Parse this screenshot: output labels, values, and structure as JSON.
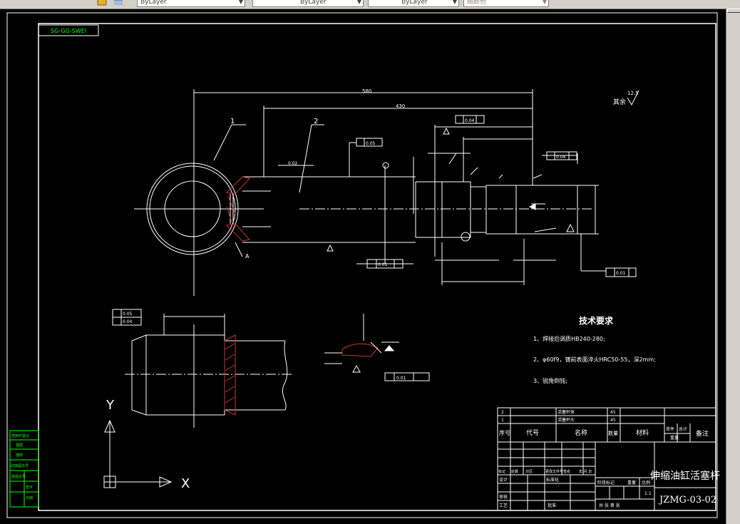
{
  "toolbar": {
    "layer_combo": "ByLayer",
    "linetype_combo": "ByLayer",
    "lineweight_combo": "ByLayer",
    "plotstyle_combo": "随颜色"
  },
  "drawing": {
    "frame_tag": "SG-GG-SWEI",
    "surface_label": "其余",
    "roughness_main": "12.5",
    "dim_total": "580",
    "dim_rod": "430",
    "part_callouts": [
      "1",
      "2"
    ],
    "datum_a": "A",
    "tol_parallel": "0.05",
    "tol_circular": "0.01",
    "tol_runout": "0.04",
    "tol_flat": "0.02",
    "tech_title": "技术要求",
    "tech_notes": [
      "1、焊接后调质HB240-280;",
      "2、φ60f9，镀前表面淬火HRC50-55，深2mm;",
      "3、锐角倒钝;"
    ],
    "axis_y": "Y",
    "axis_x": "X"
  },
  "title_block": {
    "parts": [
      {
        "no": "2",
        "name": "活塞杆体",
        "qty": "45"
      },
      {
        "no": "1",
        "name": "活塞杆头",
        "qty": "45"
      }
    ],
    "header": {
      "no": "序号",
      "code": "代号",
      "name": "名称",
      "qty": "数量",
      "material": "材料",
      "single": "单件",
      "total": "总计",
      "weight": "重量",
      "remark": "备注"
    },
    "title": "伸缩油缸活塞杆",
    "drawing_no": "JZMG-03-02",
    "scale": "1:1",
    "rows_left": [
      "标记",
      "处数",
      "分区",
      "更改文件号",
      "签名",
      "年.月.日"
    ],
    "designer": "设计",
    "standard": "标准化",
    "reviewer": "审核",
    "process": "工艺",
    "approve": "批准",
    "stage": "阶段标记",
    "weight": "重量",
    "ratio": "比例",
    "sheets": "共  张  第  张"
  },
  "side_table": [
    "借用件登记",
    "描图",
    "描校",
    "旧底图总号",
    "底图总号",
    "签字",
    "日期"
  ]
}
